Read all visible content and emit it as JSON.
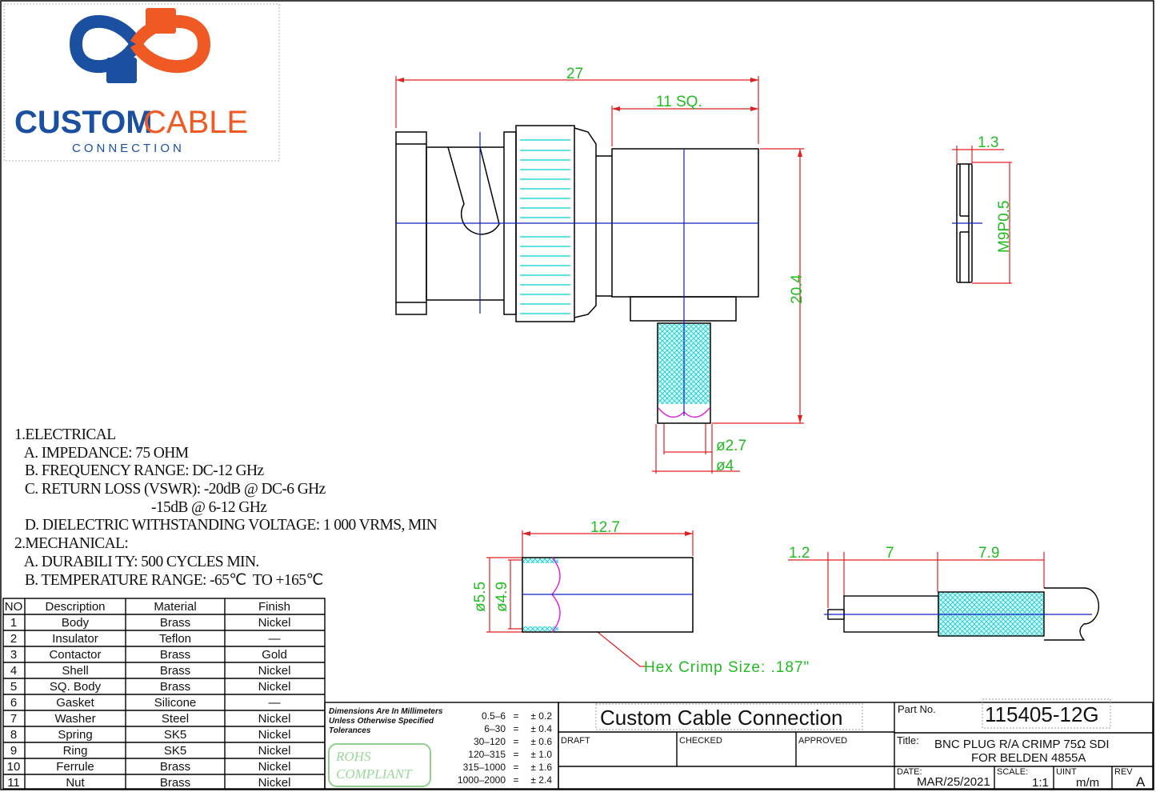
{
  "brand": {
    "name_bold": "CUSTOM",
    "name_light": "CABLE",
    "sub": "CONNECTION",
    "colors": {
      "blue": "#1b4fa0",
      "orange": "#ef5a24"
    }
  },
  "dimensions": {
    "overall_length": "27",
    "square": "11  SQ.",
    "height": "20.4",
    "thread_width": "1.3",
    "thread": "M9P0.5",
    "dia_small": "ø2.7",
    "dia_large": "ø4",
    "ferrule_length": "12.7",
    "ferrule_od": "ø5.5",
    "ferrule_id": "ø4.9",
    "hex_crimp": "Hex  Crimp  Size: .187\"",
    "strip_a": "1.2",
    "strip_b": "7",
    "strip_c": "7.9"
  },
  "specs": [
    "1.ELECTRICAL",
    "   A. IMPEDANCE: 75 OHM",
    "   B. FREQUENCY RANGE: DC-12 GHz",
    "   C. RETURN LOSS (VSWR): -20dB @ DC-6 GHz",
    "                                        -15dB @ 6-12 GHz",
    "   D. DIELECTRIC WITHSTANDING VOLTAGE: 1 000 VRMS, MIN",
    "2.MECHANICAL:",
    "   A. DURABILI TY: 500 CYCLES MIN.",
    "   B. TEMPERATURE RANGE: -65℃  TO +165℃"
  ],
  "bom": {
    "headers": [
      "NO",
      "Description",
      "Material",
      "Finish"
    ],
    "rows": [
      [
        "1",
        "Body",
        "Brass",
        "Nickel"
      ],
      [
        "2",
        "Insulator",
        "Teflon",
        "—"
      ],
      [
        "3",
        "Contactor",
        "Brass",
        "Gold"
      ],
      [
        "4",
        "Shell",
        "Brass",
        "Nickel"
      ],
      [
        "5",
        "SQ.  Body",
        "Brass",
        "Nickel"
      ],
      [
        "6",
        "Gasket",
        "Silicone",
        "—"
      ],
      [
        "7",
        "Washer",
        "Steel",
        "Nickel"
      ],
      [
        "8",
        "Spring",
        "SK5",
        "Nickel"
      ],
      [
        "9",
        "Ring",
        "SK5",
        "Nickel"
      ],
      [
        "10",
        "Ferrule",
        "Brass",
        "Nickel"
      ],
      [
        "11",
        "Nut",
        "Brass",
        "Nickel"
      ]
    ]
  },
  "tolerance_block": {
    "note": [
      "Dimensions  Are  In  Millimeters",
      "Unless  Otherwise  Specified",
      "Tolerances"
    ],
    "rows": [
      [
        "0.5–6",
        "=",
        "±  0.2"
      ],
      [
        "6–30",
        "=",
        "±  0.4"
      ],
      [
        "30–120",
        "=",
        "±  0.6"
      ],
      [
        "120–315",
        "=",
        "±  1.0"
      ],
      [
        "315–1000",
        "=",
        "±  1.6"
      ],
      [
        "1000–2000",
        "=",
        "±  2.4"
      ]
    ],
    "rohs": [
      "ROHS",
      "COMPLIANT"
    ]
  },
  "title_block": {
    "company": "Custom Cable Connection",
    "draft_label": "DRAFT",
    "checked_label": "CHECKED",
    "approved_label": "APPROVED",
    "part_no_label": "Part  No.",
    "part_no": "115405-12G",
    "title_label": "Title:",
    "title_line1": "BNC  PLUG  R/A  CRIMP  75Ω  SDI",
    "title_line2": "FOR  BELDEN  4855A",
    "date_label": "DATE:",
    "date": "MAR/25/2021",
    "scale_label": "SCALE:",
    "scale": "1:1",
    "unit_label": "UINT",
    "unit": "m/m",
    "rev_label": "REV",
    "rev": "A"
  }
}
